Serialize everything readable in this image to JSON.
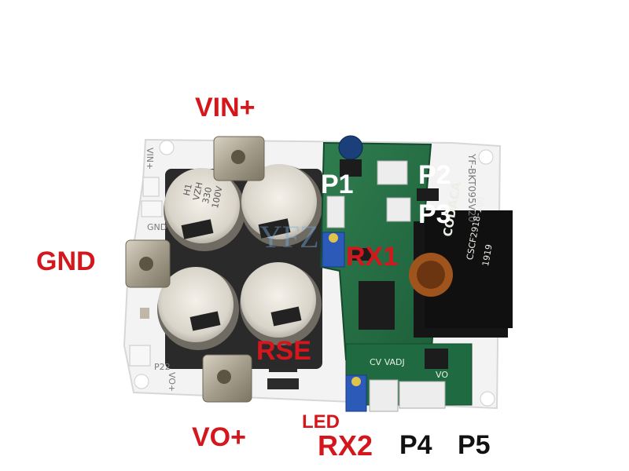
{
  "labels": {
    "vin_plus": "VIN+",
    "gnd": "GND",
    "vo_plus": "VO+",
    "p1": "P1",
    "p2": "P2",
    "p3": "P3",
    "rx1": "RX1",
    "rse": "RSE",
    "led": "LED",
    "rx2": "RX2",
    "p4": "P4",
    "p5": "P5"
  },
  "silkscreen": {
    "board_id": "YF-BKT095V20",
    "vin_plus": "VIN+",
    "gnd": "GND",
    "vo_plus": "VO+",
    "p22": "P22",
    "cv_vadj": "CV VADJ",
    "vo": "VO"
  },
  "capacitors": {
    "line1": "H1",
    "line2": "VZH",
    "line3": "330",
    "line4": "100V"
  },
  "inductor": {
    "brand": "CODACA",
    "part": "CSCF2918-100",
    "code": "1919"
  },
  "watermark": "YFZ"
}
